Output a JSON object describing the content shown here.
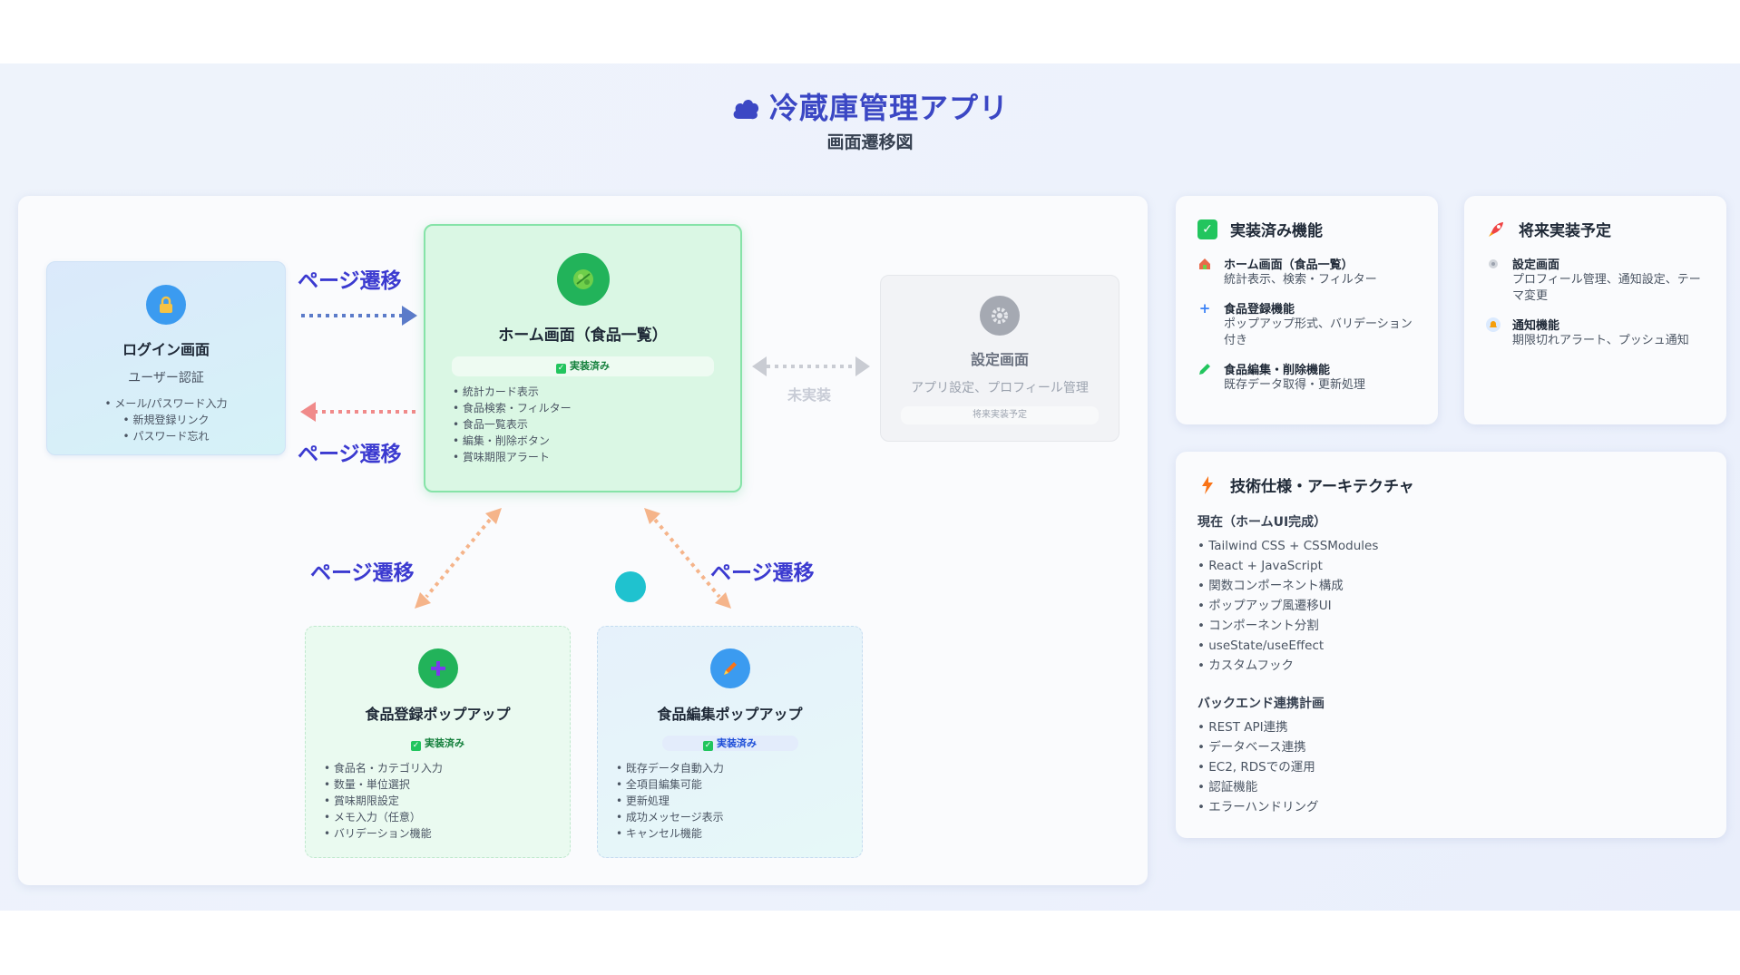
{
  "header": {
    "title": "冷蔵庫管理アプリ",
    "subtitle": "画面遷移図"
  },
  "diagram": {
    "login": {
      "title": "ログイン画面",
      "subtitle": "ユーザー認証",
      "items": [
        "• メール/パスワード入力",
        "• 新規登録リンク",
        "• パスワード忘れ"
      ]
    },
    "home": {
      "title": "ホーム画面（食品一覧）",
      "badge": "実装済み",
      "items": [
        "• 統計カード表示",
        "• 食品検索・フィルター",
        "• 食品一覧表示",
        "• 編集・削除ボタン",
        "• 賞味期限アラート"
      ]
    },
    "settings": {
      "title": "設定画面",
      "subtitle": "アプリ設定、プロフィール管理",
      "badge": "将来実装予定"
    },
    "add_popup": {
      "title": "食品登録ポップアップ",
      "badge": "実装済み",
      "items": [
        "• 食品名・カテゴリ入力",
        "• 数量・単位選択",
        "• 賞味期限設定",
        "• メモ入力（任意）",
        "• バリデーション機能"
      ]
    },
    "edit_popup": {
      "title": "食品編集ポップアップ",
      "badge": "実装済み",
      "items": [
        "• 既存データ自動入力",
        "• 全項目編集可能",
        "• 更新処理",
        "• 成功メッセージ表示",
        "• キャンセル機能"
      ]
    },
    "edges": {
      "login_to_home": "ページ遷移",
      "home_to_login": "ページ遷移",
      "home_add": "ページ遷移",
      "home_edit": "ページ遷移",
      "home_settings": "未実装"
    }
  },
  "implemented": {
    "title": "実装済み機能",
    "features": [
      {
        "title": "ホーム画面（食品一覧）",
        "desc": "統計表示、検索・フィルター"
      },
      {
        "title": "食品登録機能",
        "desc": "ポップアップ形式、バリデーション付き"
      },
      {
        "title": "食品編集・削除機能",
        "desc": "既存データ取得・更新処理"
      }
    ]
  },
  "planned": {
    "title": "将来実装予定",
    "features": [
      {
        "title": "設定画面",
        "desc": "プロフィール管理、通知設定、テーマ変更"
      },
      {
        "title": "通知機能",
        "desc": "期限切れアラート、プッシュ通知"
      }
    ]
  },
  "tech": {
    "title": "技術仕様・アーキテクチャ",
    "current_heading": "現在（ホームUI完成）",
    "current": [
      "• Tailwind CSS + CSSModules",
      "• React + JavaScript",
      "• 関数コンポーネント構成",
      "• ポップアップ風遷移UI",
      "• コンポーネント分割",
      "• useState/useEffect",
      "• カスタムフック"
    ],
    "backend_heading": "バックエンド連携計画",
    "backend": [
      "• REST API連携",
      "• データベース連携",
      "• EC2, RDSでの運用",
      "• 認証機能",
      "• エラーハンドリング"
    ]
  },
  "colors": {
    "accent": "#3b47c4",
    "implemented_green": "#22c55e",
    "arrow_blue": "#5b7bc9",
    "arrow_red": "#f08a8a",
    "arrow_orange": "#f5b48a",
    "disabled_gray": "#c9ccd3"
  }
}
